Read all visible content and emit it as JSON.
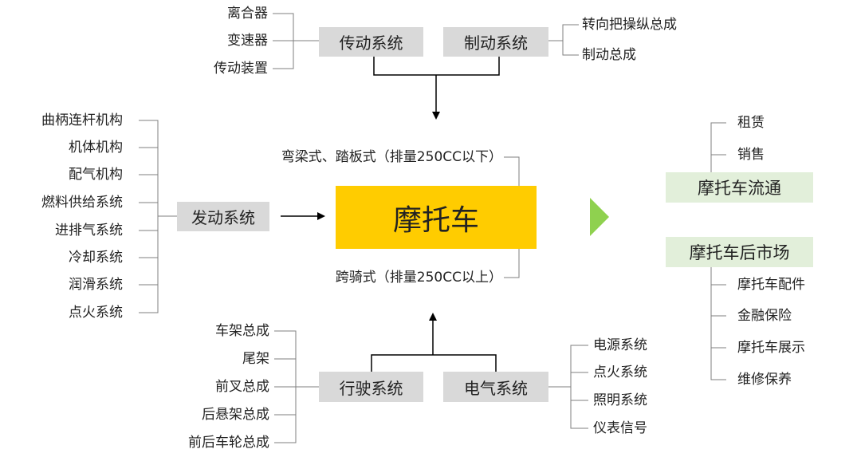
{
  "center": {
    "label": "摩托车"
  },
  "center_notes": {
    "top": "弯梁式、踏板式（排量250CC以下）",
    "bottom": "跨骑式（排量250CC以上）"
  },
  "transmission": {
    "label": "传动系统",
    "items": [
      "离合器",
      "变速器",
      "传动装置"
    ]
  },
  "brake": {
    "label": "制动系统",
    "items": [
      "转向把操纵总成",
      "制动总成"
    ]
  },
  "engine": {
    "label": "发动系统",
    "items": [
      "曲柄连杆机构",
      "机体机构",
      "配气机构",
      "燃料供给系统",
      "进排气系统",
      "冷却系统",
      "润滑系统",
      "点火系统"
    ]
  },
  "chassis": {
    "label": "行驶系统",
    "items": [
      "车架总成",
      "尾架",
      "前叉总成",
      "后悬架总成",
      "前后车轮总成"
    ]
  },
  "electrical": {
    "label": "电气系统",
    "items": [
      "电源系统",
      "点火系统",
      "照明系统",
      "仪表信号"
    ]
  },
  "circulation": {
    "label": "摩托车流通",
    "items": [
      "租赁",
      "销售"
    ]
  },
  "aftermarket": {
    "label": "摩托车后市场",
    "items": [
      "摩托车配件",
      "金融保险",
      "摩托车展示",
      "维修保养"
    ]
  },
  "colors": {
    "center": "#ffcc00",
    "subsystem": "#d9d9d9",
    "market": "#e2efda",
    "arrow_green": "#8fd14f",
    "line": "#7f7f7f"
  }
}
